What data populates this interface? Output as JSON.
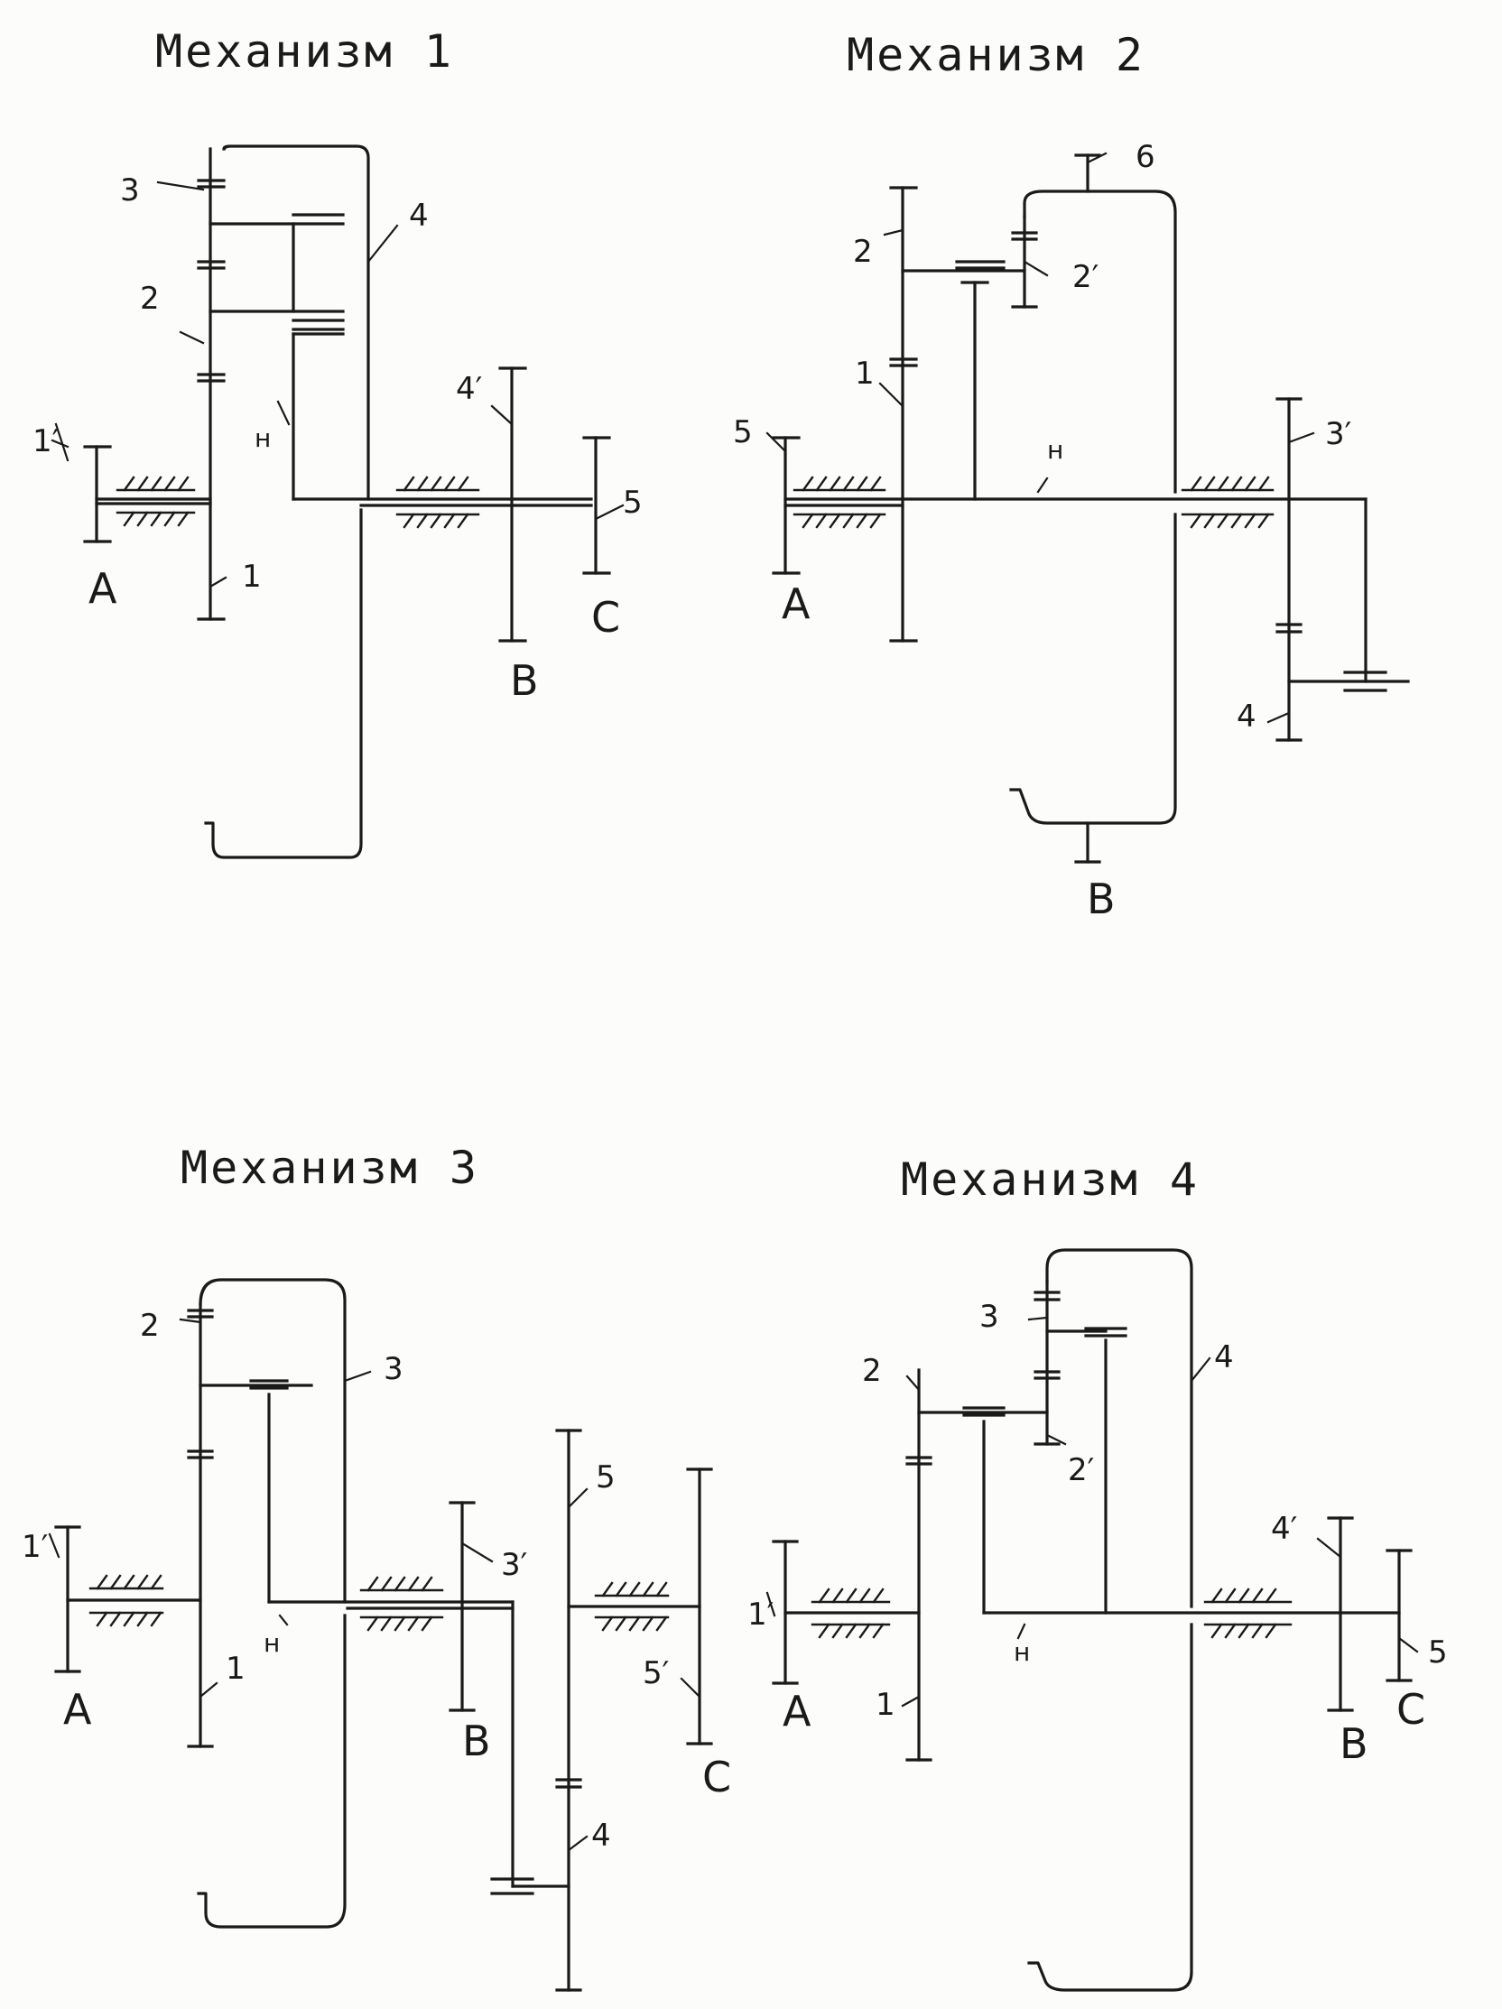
{
  "mechanisms": [
    {
      "title": "Механизм 1",
      "labels": {
        "g1p": "1′",
        "g1": "1",
        "g2": "2",
        "g3": "3",
        "g4": "4",
        "g4p": "4′",
        "g5": "5",
        "h": "н",
        "a": "A",
        "b": "B",
        "c": "C"
      }
    },
    {
      "title": "Механизм 2",
      "labels": {
        "g5": "5",
        "g1": "1",
        "g2": "2",
        "g2p": "2′",
        "g6": "6",
        "g3p": "3′",
        "g4": "4",
        "h": "н",
        "a": "A",
        "b": "B"
      }
    },
    {
      "title": "Механизм 3",
      "labels": {
        "g1p": "1′",
        "g1": "1",
        "g2": "2",
        "g3": "3",
        "g3p": "3′",
        "g4": "4",
        "g5": "5",
        "g5p": "5′",
        "h": "н",
        "a": "A",
        "b": "B",
        "c": "C"
      }
    },
    {
      "title": "Механизм 4",
      "labels": {
        "g1p": "1′",
        "g1": "1",
        "g2": "2",
        "g2p": "2′",
        "g3": "3",
        "g4": "4",
        "g4p": "4′",
        "g5": "5",
        "h": "н",
        "a": "A",
        "b": "B",
        "c": "C"
      }
    }
  ]
}
